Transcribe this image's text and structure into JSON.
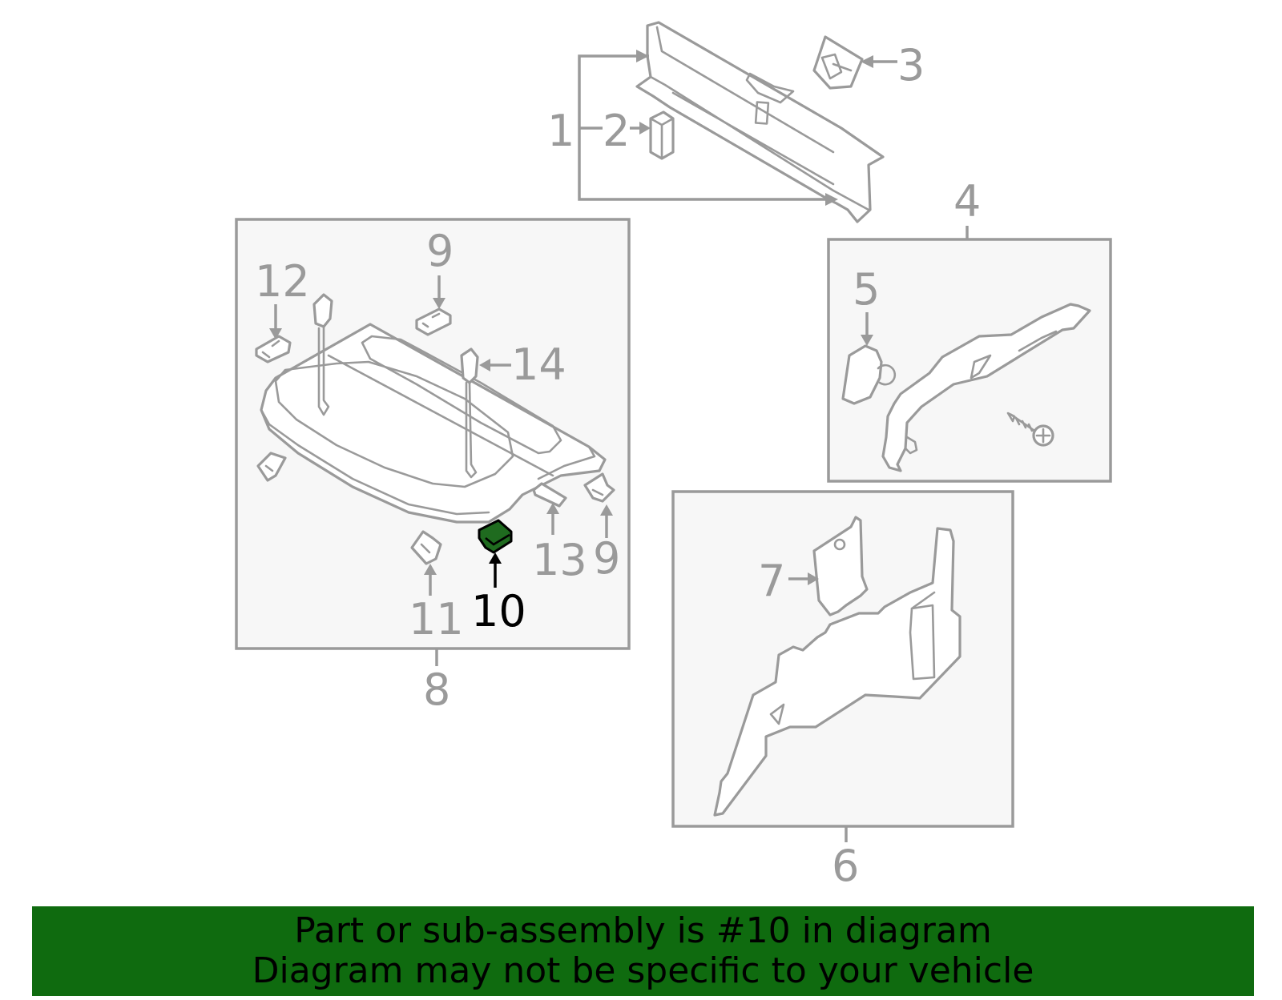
{
  "colors": {
    "highlight_fill": "#1f6b1f",
    "banner_bg": "#0f6b0f",
    "line_gray": "#9a9a9a",
    "box_bg": "#f7f7f7"
  },
  "callouts": {
    "c1": "1",
    "c2": "2",
    "c3": "3",
    "c4": "4",
    "c5": "5",
    "c6": "6",
    "c7": "7",
    "c8": "8",
    "c9a": "9",
    "c9b": "9",
    "c10": "10",
    "c11": "11",
    "c12": "12",
    "c13": "13",
    "c14": "14"
  },
  "highlighted_part": "10",
  "banner": {
    "line1": "Part or sub-assembly is #10 in diagram",
    "line2": "Diagram may not be specific to your vehicle"
  }
}
